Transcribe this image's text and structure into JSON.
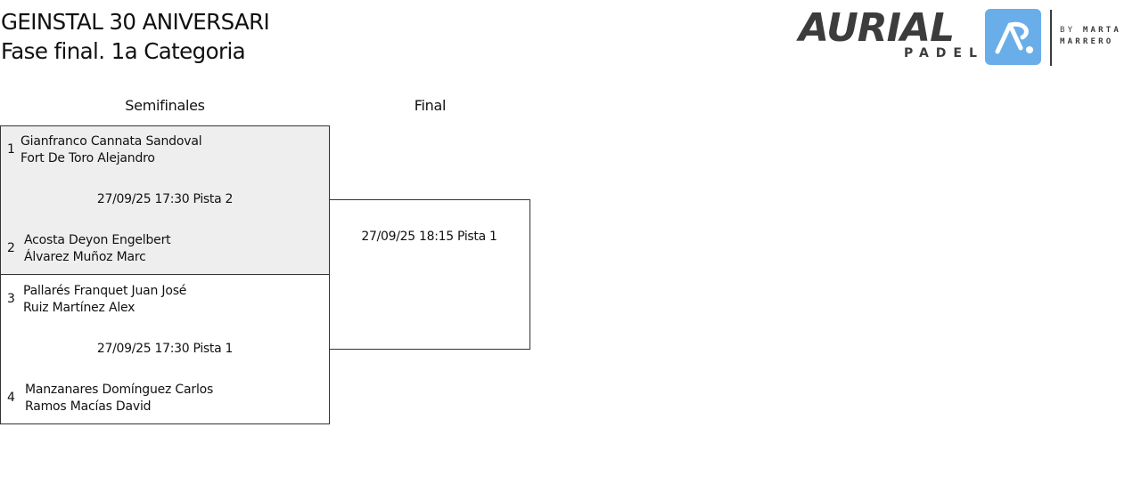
{
  "header": {
    "title_line1": "GEINSTAL 30 ANIVERSARI",
    "title_line2": "Fase final. 1a Categoria"
  },
  "logo": {
    "word": "AURIAL",
    "sub": "PADEL",
    "badge_icon": "ap-monogram-icon",
    "by_prefix": "BY",
    "by_name_1": "MARTA",
    "by_name_2": "MARRERO",
    "badge_color": "#6aaee9",
    "text_color": "#3c3c3c"
  },
  "rounds": [
    {
      "label": "Semifinales",
      "matches": [
        {
          "schedule": "27/09/25 17:30 Pista 2",
          "shaded": true,
          "teams": [
            {
              "seed": "1",
              "player1": "Gianfranco Cannata Sandoval",
              "player2": "Fort De Toro Alejandro"
            },
            {
              "seed": "2",
              "player1": "Acosta Deyon Engelbert",
              "player2": "Álvarez Muñoz Marc"
            }
          ]
        },
        {
          "schedule": "27/09/25 17:30 Pista 1",
          "shaded": false,
          "teams": [
            {
              "seed": "3",
              "player1": "Pallarés Franquet Juan José",
              "player2": "Ruiz Martínez Alex"
            },
            {
              "seed": "4",
              "player1": "Manzanares Domínguez Carlos",
              "player2": "Ramos Macías David"
            }
          ]
        }
      ]
    },
    {
      "label": "Final",
      "matches": [
        {
          "schedule": "27/09/25 18:15 Pista 1",
          "shaded": false,
          "teams": []
        }
      ]
    }
  ],
  "colors": {
    "shaded_bg": "#eeeeee",
    "border": "#333333"
  }
}
